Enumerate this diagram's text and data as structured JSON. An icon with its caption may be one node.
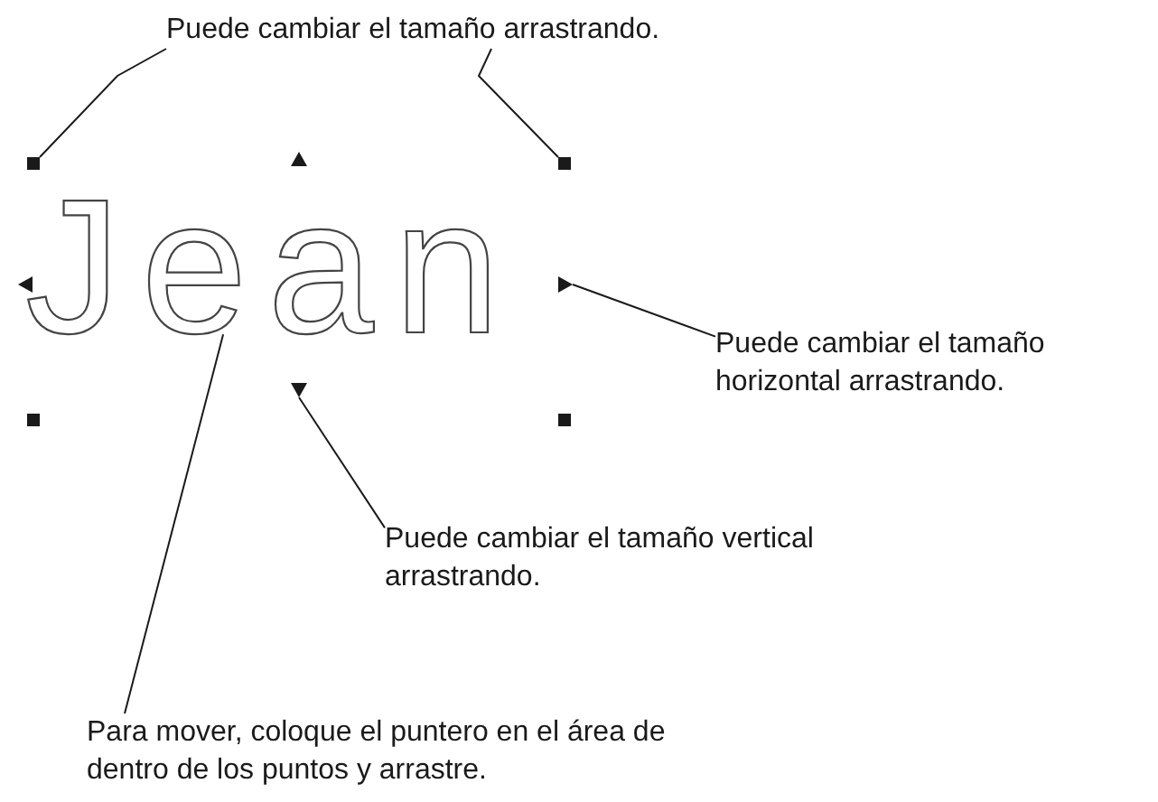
{
  "diagram": {
    "nodes": [
      {
        "text": [
          "Puede cambiar el tamaño arrastrando."
        ]
      },
      {
        "text": [],
        "shape": "box"
      },
      {
        "text": [],
        "shape": "box"
      },
      {
        "text": [
          "Jean"
        ]
      },
      {
        "text": [
          "Puede cambiar el tamaño horizontal arrastrando."
        ]
      },
      {
        "text": [],
        "shape": "triangle"
      },
      {
        "text": [
          "Puede cambiar el tamaño vertical arrastrando."
        ]
      },
      {
        "text": [],
        "shape": "triangle"
      },
      {
        "text": [
          "Para mover, coloque el puntero en el área de dentro de los puntos y arrastre."
        ]
      }
    ],
    "edges": [
      {
        "from": 0,
        "to": 1,
        "arrow": "none"
      },
      {
        "from": 0,
        "to": 2,
        "arrow": "none"
      },
      {
        "from": 4,
        "to": 5,
        "arrow": "none"
      },
      {
        "from": 6,
        "to": 7,
        "arrow": "none"
      },
      {
        "from": 8,
        "to": 3,
        "arrow": "none"
      }
    ]
  }
}
